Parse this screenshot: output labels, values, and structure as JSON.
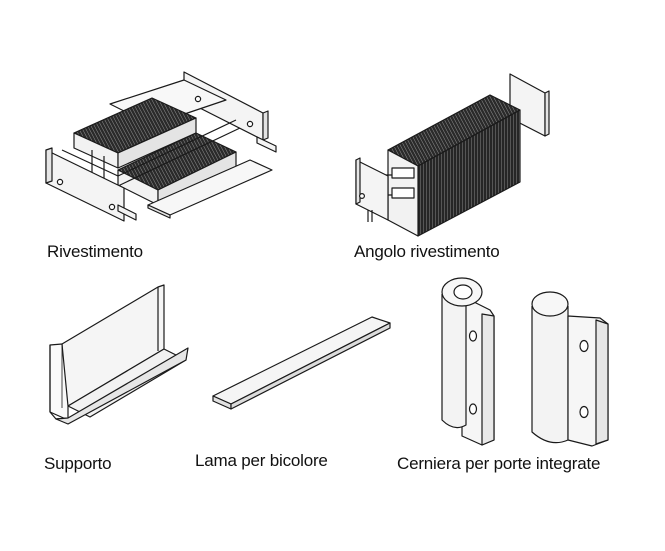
{
  "captions": {
    "rivestimento": "Rivestimento",
    "angolo_rivestimento": "Angolo rivestimento",
    "supporto": "Supporto",
    "lama_per_bicolore": "Lama per bicolore",
    "cerniera": "Cerniera per porte integrate"
  },
  "colors": {
    "line": "#1a1a1a",
    "panel_fill": "#f4f4f4",
    "dark_ribs": "#1e1e1e",
    "background": "#ffffff"
  }
}
